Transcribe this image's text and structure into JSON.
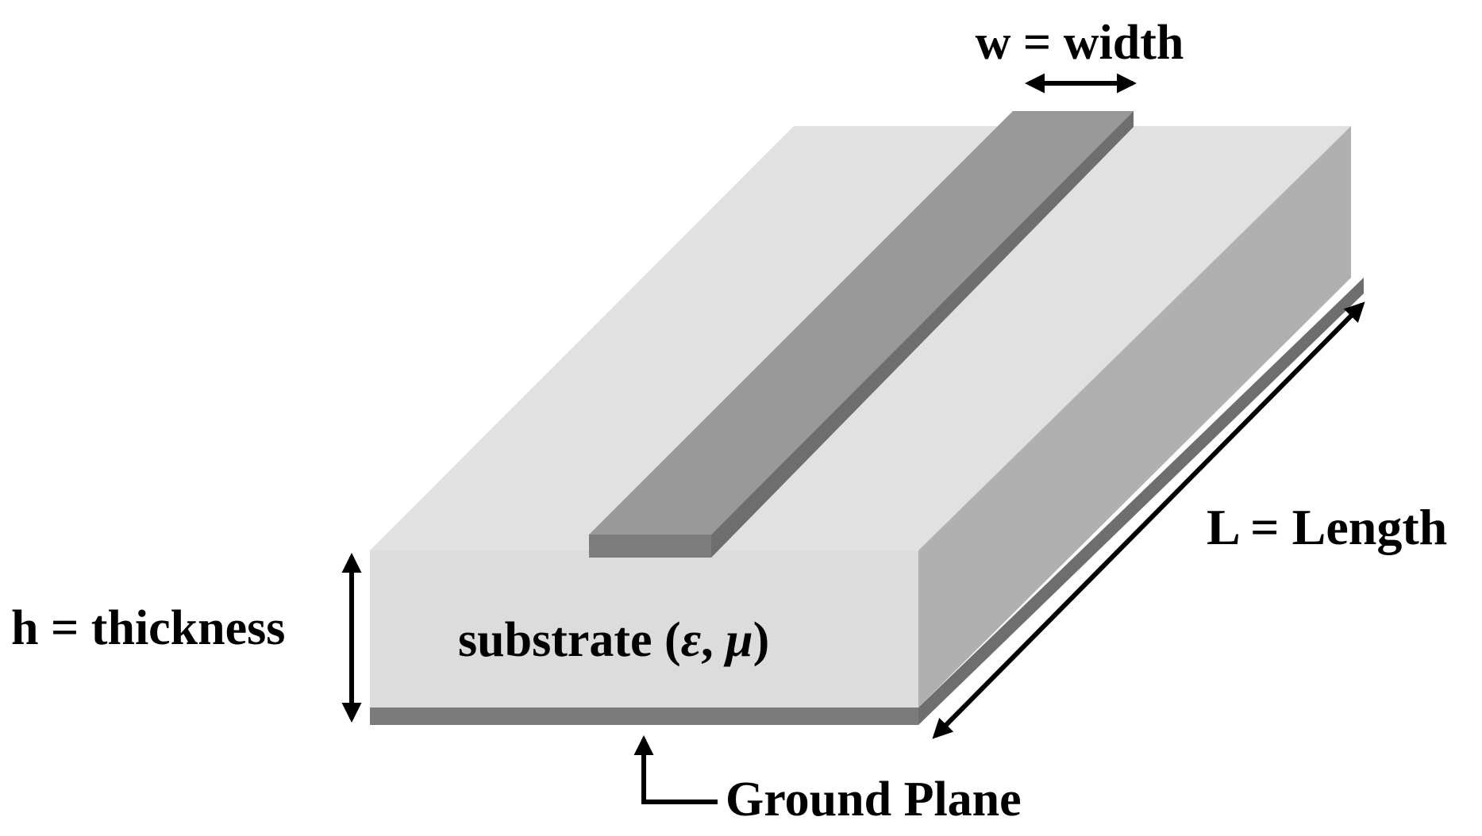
{
  "labels": {
    "width": "w = width",
    "length": "L = Length",
    "thickness": "h = thickness",
    "substrate_prefix": "substrate (",
    "epsilon": "ε",
    "comma": ", ",
    "mu": "μ",
    "substrate_suffix": ")",
    "ground_plane": "Ground Plane"
  },
  "colors": {
    "background": "#ffffff",
    "substrate_top": "#e1e1e1",
    "substrate_front": "#dcdcdc",
    "substrate_side": "#b0b0b0",
    "strip_top": "#999999",
    "strip_front": "#7d7d7d",
    "strip_side": "#6e6e6e",
    "ground_plane": "#7a7a7a",
    "arrows_and_text": "#000000"
  }
}
